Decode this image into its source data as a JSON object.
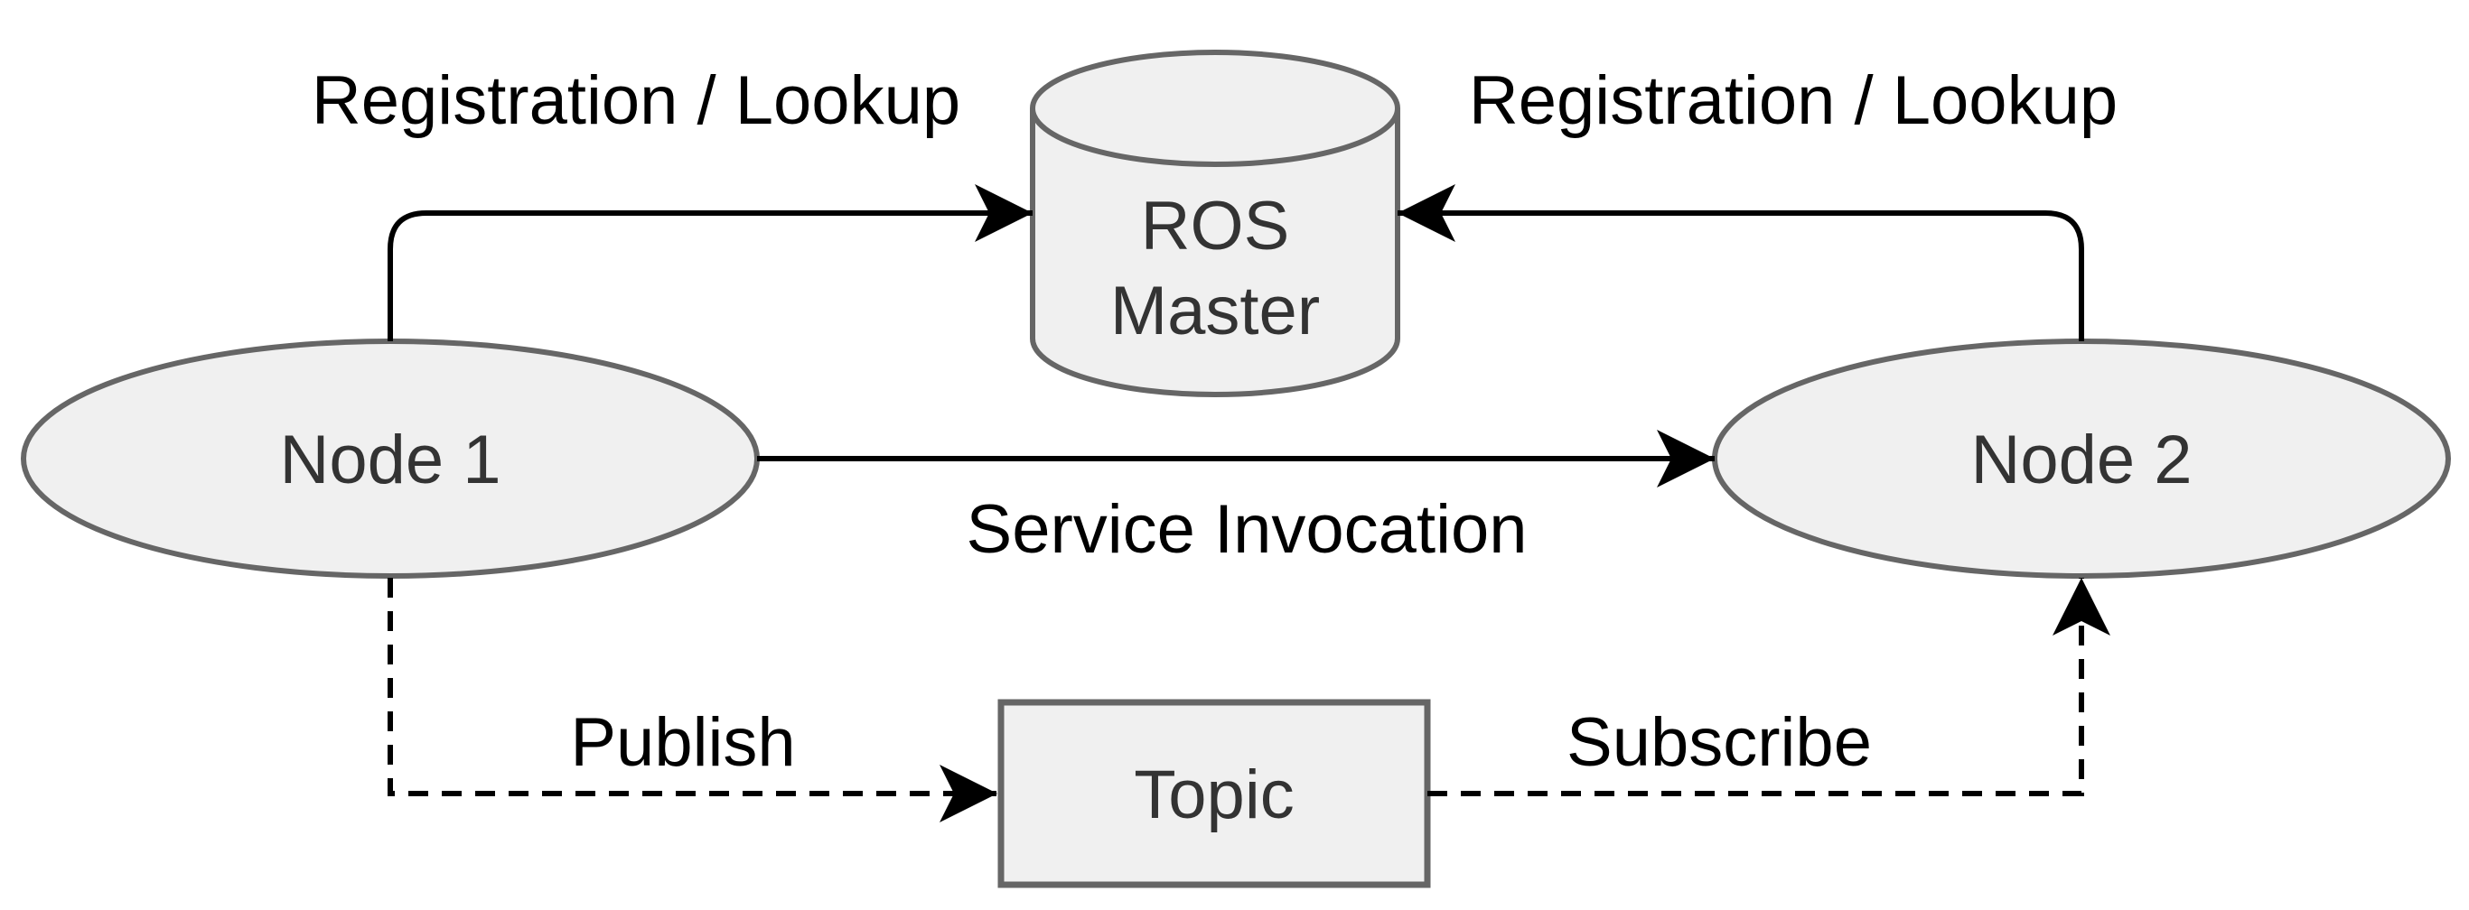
{
  "diagram": {
    "master": {
      "line1": "ROS",
      "line2": "Master"
    },
    "node1": {
      "label": "Node 1"
    },
    "node2": {
      "label": "Node 2"
    },
    "topic": {
      "label": "Topic"
    },
    "edges": {
      "reg_left": "Registration / Lookup",
      "reg_right": "Registration / Lookup",
      "service": "Service Invocation",
      "publish": "Publish",
      "subscribe": "Subscribe"
    }
  },
  "colors": {
    "shape_fill": "#f0f0f0",
    "shape_stroke": "#666666",
    "line": "#000000",
    "text": "#333333"
  }
}
